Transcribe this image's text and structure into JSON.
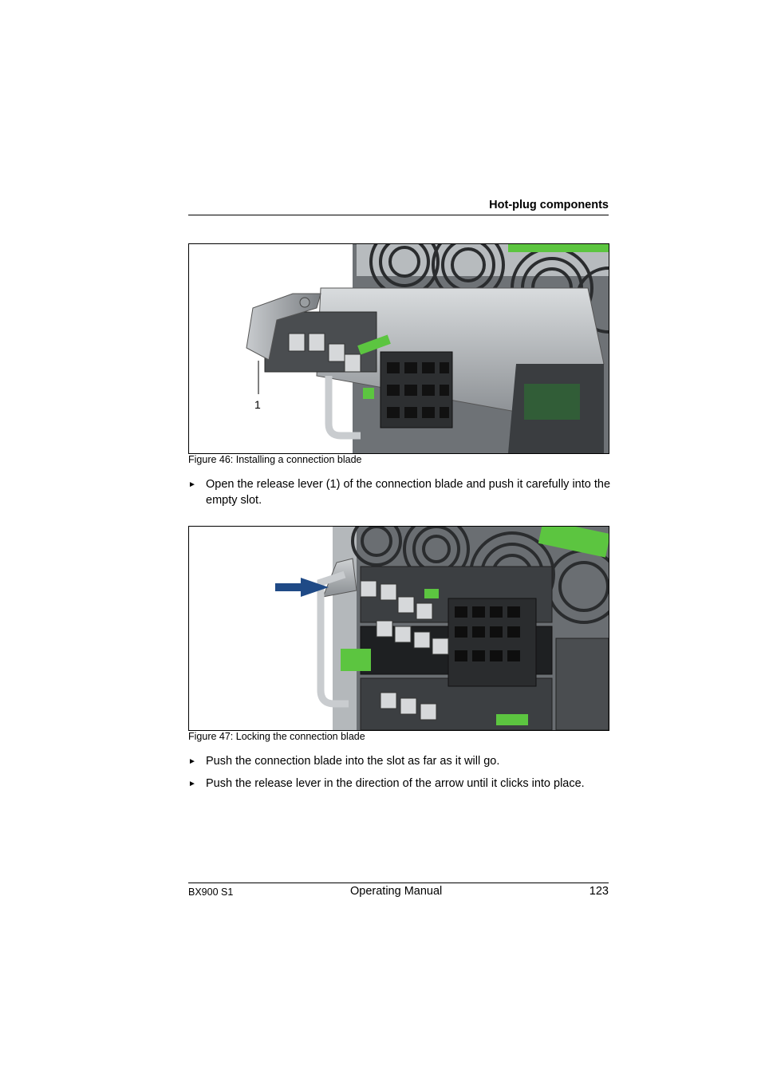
{
  "header": {
    "title": "Hot-plug components"
  },
  "figures": [
    {
      "caption": "Figure 46: Installing a connection blade",
      "callout": "1"
    },
    {
      "caption": "Figure 47: Locking the connection blade"
    }
  ],
  "steps": [
    {
      "bullet": "►",
      "text": "Open the release lever (1) of the connection blade and push it carefully into the empty slot."
    },
    {
      "bullet": "►",
      "text": "Push the connection blade into the slot as far as it will go."
    },
    {
      "bullet": "►",
      "text": "Push the release lever in the direction of the arrow until it clicks into place."
    }
  ],
  "footer": {
    "product": "BX900 S1",
    "title": "Operating Manual",
    "page_number": "123"
  },
  "colors": {
    "accent_green": "#5cc540",
    "arrow_blue": "#1f4a86",
    "metal": "#a9adb0"
  }
}
